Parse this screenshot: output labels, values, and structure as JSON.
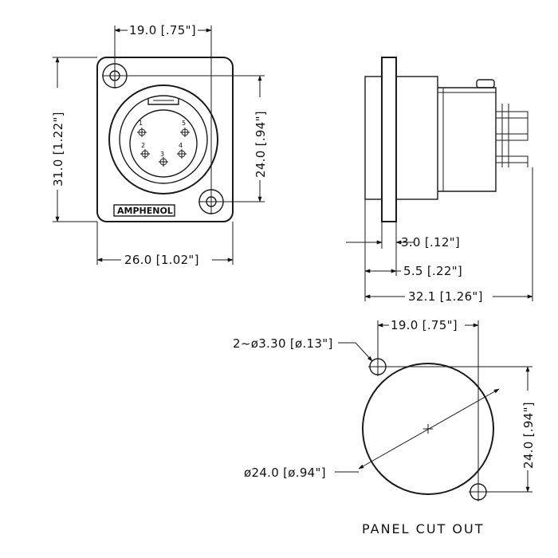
{
  "front_view": {
    "dim_top_width": "19.0 [.75\"]",
    "dim_height": "31.0 [1.22\"]",
    "dim_hole_spacing_v": "24.0 [.94\"]",
    "dim_bottom_width": "26.0 [1.02\"]",
    "brand": "AMPHENOL",
    "pins": [
      "1",
      "2",
      "3",
      "4",
      "5"
    ]
  },
  "side_view": {
    "dim_flange": "3.0 [.12\"]",
    "dim_panel": "5.5 [.22\"]",
    "dim_depth": "32.1 [1.26\"]"
  },
  "cutout": {
    "dim_hole_spacing_h": "19.0 [.75\"]",
    "dim_hole_spacing_v": "24.0 [.94\"]",
    "dim_holes": "2~ø3.30 [ø.13\"]",
    "dim_diameter": "ø24.0 [ø.94\"]",
    "caption": "PANEL CUT OUT"
  }
}
